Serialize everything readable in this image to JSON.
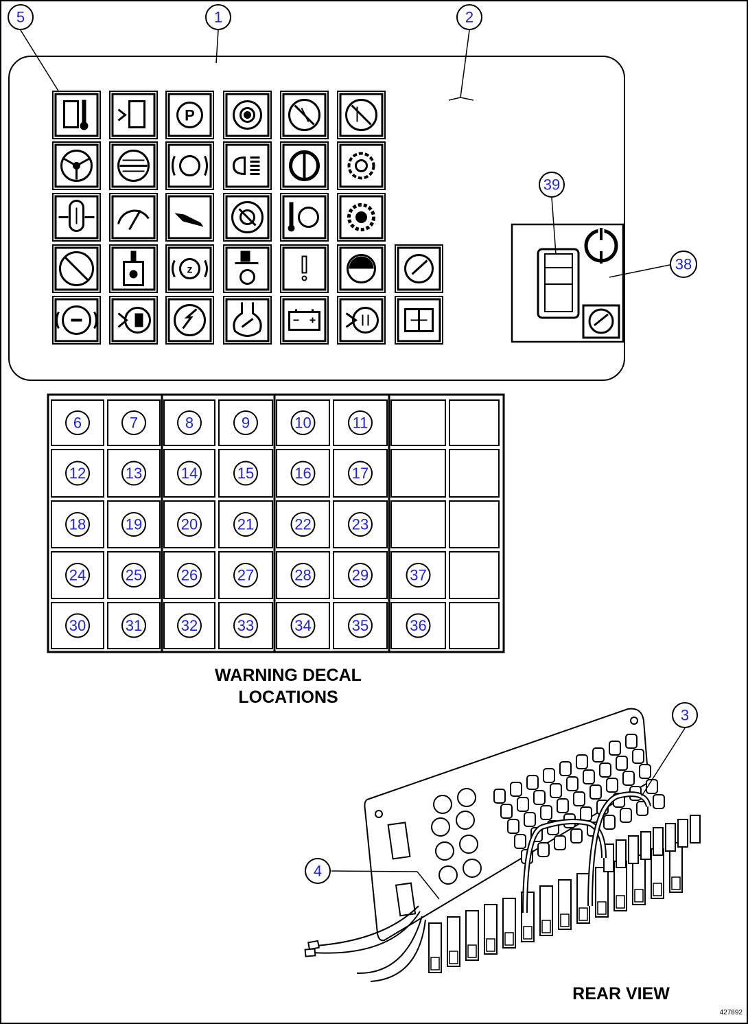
{
  "panel_callouts": {
    "panel": "1",
    "lens": "2",
    "harness_assembly": "3",
    "harness": "4",
    "first_indicator": "5",
    "side_panel": "38",
    "switch": "39"
  },
  "decal_table": {
    "rows": [
      [
        "6",
        "7",
        "8",
        "9",
        "10",
        "11",
        "",
        ""
      ],
      [
        "12",
        "13",
        "14",
        "15",
        "16",
        "17",
        "",
        ""
      ],
      [
        "18",
        "19",
        "20",
        "21",
        "22",
        "23",
        "",
        ""
      ],
      [
        "24",
        "25",
        "26",
        "27",
        "28",
        "29",
        "37",
        ""
      ],
      [
        "30",
        "31",
        "32",
        "33",
        "34",
        "35",
        "36",
        ""
      ]
    ]
  },
  "title": {
    "line1": "WARNING DECAL",
    "line2": "LOCATIONS"
  },
  "rear_view_label": "REAR VIEW",
  "drawing_id": "427892",
  "icons": [
    [
      "temp-gauge-icon",
      "fuel-level-icon",
      "parking-brake-icon",
      "engine-speed-icon",
      "no-spark-icon",
      "no-hand-icon",
      ""
    ],
    [
      "steering-wheel-icon",
      "hydraulic-filter-icon",
      "brake-icon",
      "headlight-icon",
      "power-icon",
      "sun-icon",
      ""
    ],
    [
      "hoist-cylinder-icon",
      "pressure-gauge-icon",
      "lift-arm-icon",
      "fan-icon",
      "coolant-temp-icon",
      "gear-icon",
      ""
    ],
    [
      "no-entry-icon",
      "fuel-filter-icon",
      "retarder-icon",
      "operator-seat-icon",
      "warning-icon",
      "hub-icon",
      "gauge-check-icon"
    ],
    [
      "wheel-motor-icon",
      "fuel-pump-icon",
      "spark-icon",
      "oil-flask-icon",
      "battery-icon",
      "horn-icon",
      "service-manual-icon"
    ]
  ]
}
